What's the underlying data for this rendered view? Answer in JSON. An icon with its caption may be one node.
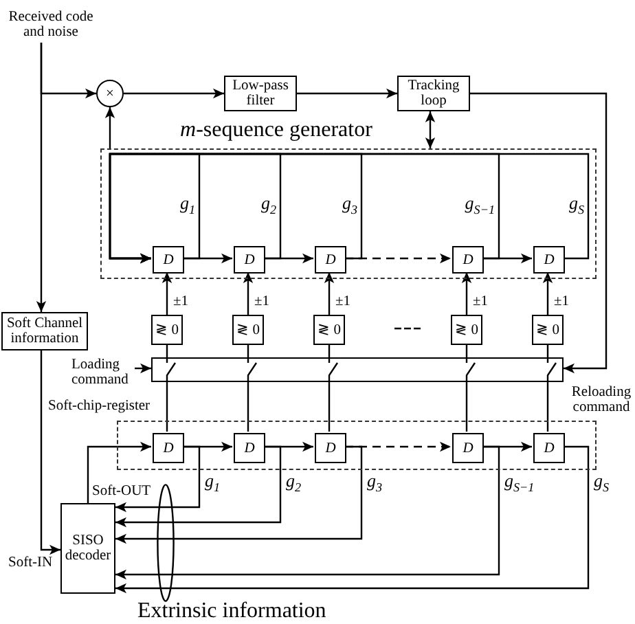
{
  "diagram": {
    "nodes": [
      {
        "text": [
          "Received code and noise"
        ]
      },
      {
        "text": [
          "×"
        ]
      },
      {
        "text": [
          "Low-pass filter"
        ]
      },
      {
        "text": [
          "Tracking loop"
        ]
      },
      {
        "text": [
          "*m*-sequence generator"
        ]
      },
      {
        "text": [
          "D"
        ],
        "in": 4
      },
      {
        "text": [
          "D"
        ],
        "in": 4
      },
      {
        "text": [
          "D"
        ],
        "in": 4
      },
      {
        "text": [
          "D"
        ],
        "in": 4
      },
      {
        "text": [
          "D"
        ],
        "in": 4
      },
      {
        "text": [
          "Soft Channel information"
        ]
      },
      {
        "text": [
          "≷ 0"
        ]
      },
      {
        "text": [
          "≷ 0"
        ]
      },
      {
        "text": [
          "≷ 0"
        ]
      },
      {
        "text": [
          "≷ 0"
        ]
      },
      {
        "text": [
          "≷ 0"
        ]
      },
      {
        "text": [
          "Loading command"
        ]
      },
      {
        "text": [],
        "shape": "box"
      },
      {
        "text": [
          "Soft-chip-register"
        ]
      },
      {
        "text": [
          "D"
        ],
        "in": 18
      },
      {
        "text": [
          "D"
        ],
        "in": 18
      },
      {
        "text": [
          "D"
        ],
        "in": 18
      },
      {
        "text": [
          "D"
        ],
        "in": 18
      },
      {
        "text": [
          "D"
        ],
        "in": 18
      },
      {
        "text": [
          "SISO decoder"
        ]
      },
      {
        "text": [],
        "shape": "ellipse",
        "beside": [
          "Extrinsic information"
        ]
      }
    ],
    "edges": [
      {
        "from": 0,
        "to": 1,
        "arrow": "to"
      },
      {
        "from": 0,
        "to": 10,
        "arrow": "to"
      },
      {
        "from": 1,
        "to": 2,
        "arrow": "to"
      },
      {
        "from": 2,
        "to": 3,
        "arrow": "to"
      },
      {
        "from": 3,
        "to": 4,
        "arrow": "both"
      },
      {
        "from": 4,
        "to": 1,
        "arrow": "to"
      },
      {
        "from": 5,
        "to": 6,
        "arrow": "to"
      },
      {
        "from": 6,
        "to": 7,
        "arrow": "to"
      },
      {
        "from": 7,
        "to": 8,
        "arrow": "to",
        "style": "dashed"
      },
      {
        "from": 8,
        "to": 9,
        "arrow": "to"
      },
      {
        "from": 5,
        "to": 5,
        "arrow": "to",
        "label": "g$_{1}$"
      },
      {
        "from": 6,
        "to": 5,
        "arrow": "to",
        "label": "g$_{2}$"
      },
      {
        "from": 7,
        "to": 5,
        "arrow": "to",
        "label": "g$_{3}$"
      },
      {
        "from": 8,
        "to": 5,
        "arrow": "to",
        "label": "g$_{S−1}$"
      },
      {
        "from": 9,
        "to": 5,
        "arrow": "to",
        "label": "g$_{S}$"
      },
      {
        "from": 11,
        "to": 5,
        "arrow": "to",
        "label": "±1"
      },
      {
        "from": 12,
        "to": 6,
        "arrow": "to",
        "label": "±1"
      },
      {
        "from": 13,
        "to": 7,
        "arrow": "to",
        "label": "±1"
      },
      {
        "from": 14,
        "to": 8,
        "arrow": "to",
        "label": "±1"
      },
      {
        "from": 15,
        "to": 9,
        "arrow": "to",
        "label": "±1"
      },
      {
        "from": 17,
        "to": 11,
        "arrow": "none"
      },
      {
        "from": 17,
        "to": 12,
        "arrow": "none"
      },
      {
        "from": 17,
        "to": 13,
        "arrow": "none"
      },
      {
        "from": 17,
        "to": 14,
        "arrow": "none"
      },
      {
        "from": 17,
        "to": 15,
        "arrow": "none"
      },
      {
        "from": 19,
        "to": 17,
        "arrow": "none"
      },
      {
        "from": 20,
        "to": 17,
        "arrow": "none"
      },
      {
        "from": 21,
        "to": 17,
        "arrow": "none"
      },
      {
        "from": 22,
        "to": 17,
        "arrow": "none"
      },
      {
        "from": 23,
        "to": 17,
        "arrow": "none"
      },
      {
        "from": 16,
        "to": 17,
        "arrow": "to"
      },
      {
        "from": 3,
        "to": 17,
        "arrow": "to",
        "label": "Reloading command"
      },
      {
        "from": 10,
        "to": 24,
        "arrow": "to",
        "label": "Soft-IN"
      },
      {
        "from": 24,
        "to": 19,
        "arrow": "to",
        "label": "Soft-OUT"
      },
      {
        "from": 19,
        "to": 20,
        "arrow": "to"
      },
      {
        "from": 20,
        "to": 21,
        "arrow": "to"
      },
      {
        "from": 21,
        "to": 22,
        "arrow": "to",
        "style": "dashed"
      },
      {
        "from": 22,
        "to": 23,
        "arrow": "to"
      },
      {
        "from": 19,
        "to": 24,
        "arrow": "to",
        "label": "g$_{1}$"
      },
      {
        "from": 20,
        "to": 24,
        "arrow": "to",
        "label": "g$_{2}$"
      },
      {
        "from": 21,
        "to": 24,
        "arrow": "to",
        "label": "g$_{3}$"
      },
      {
        "from": 22,
        "to": 24,
        "arrow": "to",
        "label": "g$_{S−1}$"
      },
      {
        "from": 23,
        "to": 24,
        "arrow": "to",
        "label": "g$_{S}$"
      }
    ]
  }
}
